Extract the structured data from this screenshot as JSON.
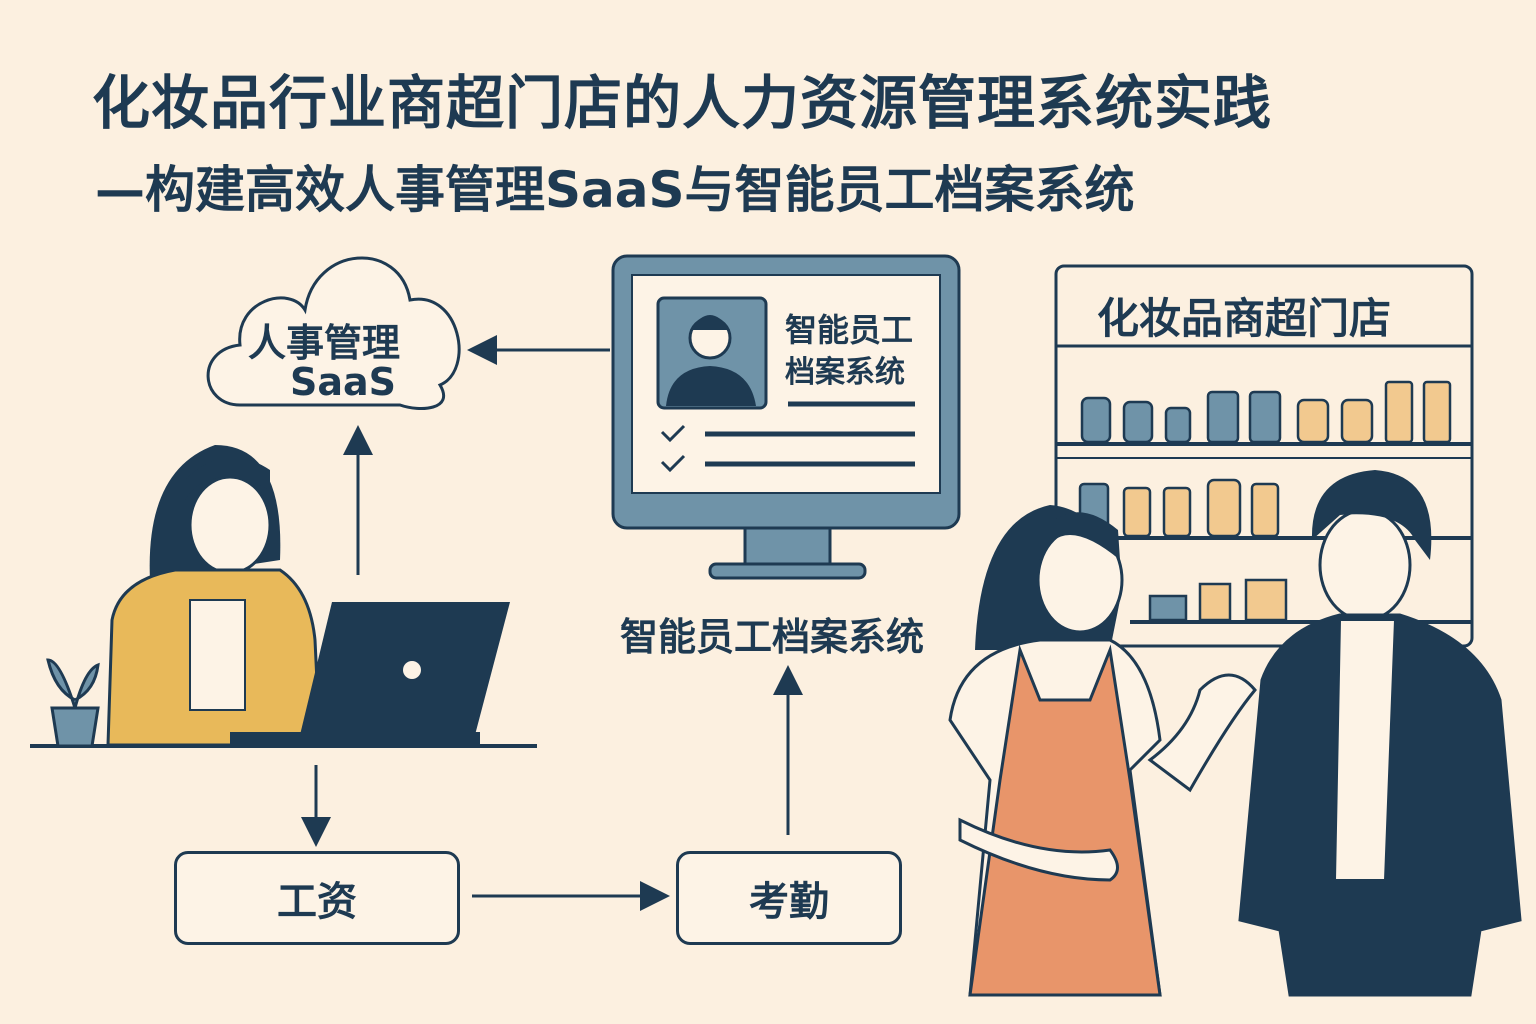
{
  "title": "化妆品行业商超门店的人力资源管理系统实践",
  "subtitle": "—构建高效人事管理SaaS与智能员工档案系统",
  "cloud": {
    "line1": "人事管理",
    "line2": "SaaS"
  },
  "monitor": {
    "line1": "智能员工",
    "line2": "档案系统"
  },
  "monitor_caption": "智能员工档案系统",
  "store_sign": "化妆品商超门店",
  "boxes": {
    "salary": "工资",
    "attendance": "考勤"
  },
  "colors": {
    "background": "#fcf0e0",
    "navy": "#1e3a52",
    "steel": "#6f93a8",
    "orange": "#e8956a",
    "mustard": "#e8b95a"
  }
}
